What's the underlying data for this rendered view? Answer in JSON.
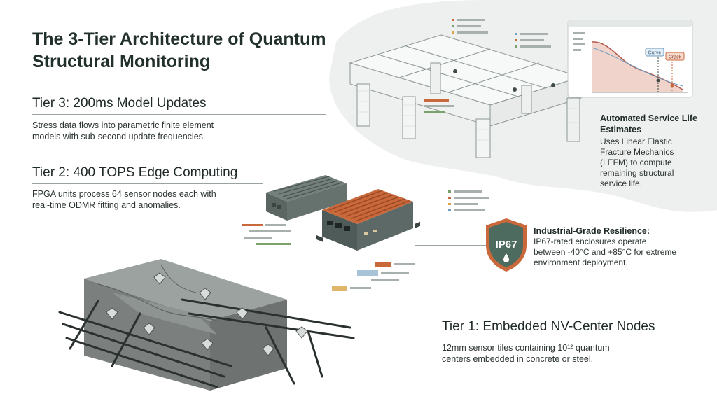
{
  "title": "The 3-Tier Architecture of Quantum Structural Monitoring",
  "tier3": {
    "heading": "Tier 3: 200ms Model Updates",
    "body": "Stress data flows into parametric finite element models with sub-second update frequencies."
  },
  "tier2": {
    "heading": "Tier 2: 400 TOPS Edge Computing",
    "body": "FPGA units process 64 sensor nodes each with real-time ODMR fitting and anomalies."
  },
  "tier1": {
    "heading": "Tier 1: Embedded NV-Center Nodes",
    "body": "12mm sensor tiles containing 10¹² quantum centers embedded in concrete or steel."
  },
  "service_life": {
    "heading": "Automated Service Life Estimates",
    "body": "Uses Linear Elastic Fracture Mechanics (LEFM) to compute remaining structural service life."
  },
  "resilience": {
    "heading": "Industrial-Grade Resilience:",
    "body": "IP67-rated enclosures operate between -40°C and +85°C for extreme environment deployment.",
    "badge": "IP67"
  },
  "dashboard": {
    "tag1": "Curve",
    "tag2": "Crack"
  },
  "colors": {
    "accent_orange": "#c9683a",
    "shield_green": "#4e6b5f",
    "blob_gray": "#eef0ef",
    "chart_red": "#b55a4a",
    "tag_blue": "#6f9cc2"
  }
}
